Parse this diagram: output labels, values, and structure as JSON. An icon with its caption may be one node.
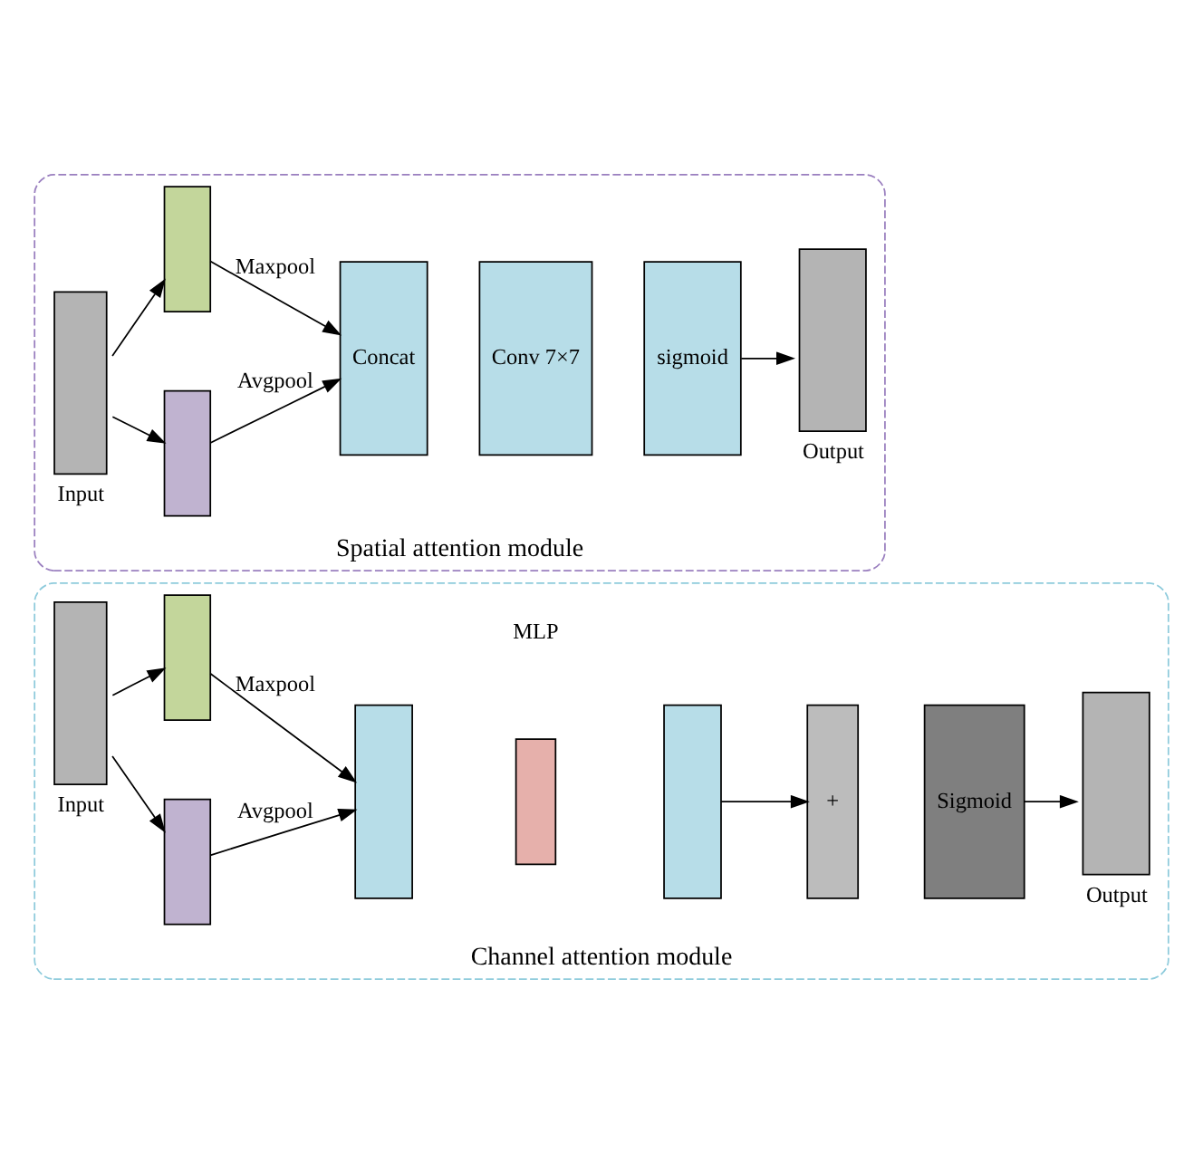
{
  "diagram": {
    "nodes": [
      {
        "text": [
          "Channel attention module"
        ]
      },
      {
        "text": [],
        "shape": "box",
        "beside": [
          "Input"
        ],
        "in": 0
      },
      {
        "text": [],
        "shape": "box",
        "in": 0
      },
      {
        "text": [],
        "shape": "box",
        "in": 0
      },
      {
        "text": [],
        "shape": "box",
        "in": 0
      },
      {
        "text": [],
        "shape": "box",
        "in": 0
      },
      {
        "text": [],
        "shape": "box",
        "in": 0
      },
      {
        "text": [
          "+"
        ],
        "in": 0
      },
      {
        "text": [
          "Sigmoid"
        ],
        "in": 0
      },
      {
        "text": [],
        "shape": "box",
        "beside": [
          "Output"
        ],
        "in": 0
      },
      {
        "text": [
          "Spatial attention module"
        ]
      },
      {
        "text": [],
        "shape": "box",
        "beside": [
          "Input"
        ],
        "in": 10
      },
      {
        "text": [],
        "shape": "box",
        "in": 10
      },
      {
        "text": [],
        "shape": "box",
        "in": 10
      },
      {
        "text": [
          "Concat"
        ],
        "in": 10
      },
      {
        "text": [
          "Conv 7×7"
        ],
        "in": 10
      },
      {
        "text": [
          "sigmoid"
        ],
        "in": 10
      },
      {
        "text": [],
        "shape": "box",
        "beside": [
          "Output"
        ],
        "in": 10
      }
    ],
    "edges": [
      {
        "from": 1,
        "to": 2,
        "arrow": "to"
      },
      {
        "from": 1,
        "to": 3,
        "arrow": "to"
      },
      {
        "from": 2,
        "to": 4,
        "arrow": "to",
        "label": "Maxpool"
      },
      {
        "from": 3,
        "to": 4,
        "arrow": "to",
        "label": "Avgpool"
      },
      {
        "from": 6,
        "to": 7,
        "arrow": "to"
      },
      {
        "from": 8,
        "to": 9,
        "arrow": "to"
      },
      {
        "from": 11,
        "to": 12,
        "arrow": "to"
      },
      {
        "from": 11,
        "to": 13,
        "arrow": "to"
      },
      {
        "from": 12,
        "to": 14,
        "arrow": "to",
        "label": "Maxpool"
      },
      {
        "from": 13,
        "to": 14,
        "arrow": "to",
        "label": "Avgpool"
      },
      {
        "from": 16,
        "to": 17,
        "arrow": "to"
      }
    ],
    "labels": [
      "MLP"
    ]
  }
}
